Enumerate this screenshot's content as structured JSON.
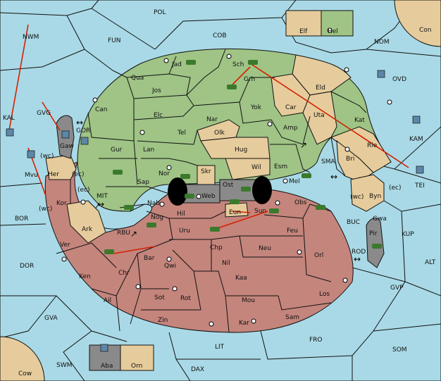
{
  "map": {
    "colors": {
      "sea": "#a9d9e6",
      "neutral": "#e6cc9c",
      "green": "#9fc486",
      "red": "#c4857c",
      "impassable": "#8a8a8a",
      "orders": "#d62000"
    },
    "sea_labels": {
      "pol": "POL",
      "nwm": "NWM",
      "fun": "FUN",
      "cob": "COB",
      "nom": "NOM",
      "con": "Con",
      "ovd": "OVD",
      "kal": "KAL",
      "gvg": "GVG",
      "gor": "GOR",
      "kam": "KAM",
      "sma": "SMA",
      "tei": "TEI",
      "mit": "MIT",
      "bor": "BOR",
      "rbu": "RBU",
      "buc": "BUC",
      "kup": "KUP",
      "rod": "ROD",
      "alt": "ALT",
      "dor": "DOR",
      "gvp": "GVP",
      "gva": "GVA",
      "fro": "FRO",
      "som": "SOM",
      "lit": "LIT",
      "swm": "SWM",
      "dax": "DAX",
      "cow": "Cow"
    },
    "box_labels": {
      "elf": "Elf",
      "hel": "Hel",
      "aba": "Aba",
      "orn": "Orn"
    },
    "land_labels": {
      "jad": "Jad",
      "sch": "Sch",
      "grh": "Grh",
      "qua": "Qua",
      "jos": "Jos",
      "can": "Can",
      "elc": "Elc",
      "nar": "Nar",
      "yok": "Yok",
      "car": "Car",
      "eld": "Eld",
      "uta": "Uta",
      "kat": "Kat",
      "amp": "Amp",
      "olk": "Olk",
      "tel": "Tel",
      "gur": "Gur",
      "lan": "Lan",
      "hug": "Hug",
      "wil": "Wil",
      "esm": "Esm",
      "bri": "Bri",
      "rie": "Rie",
      "nor": "Nor",
      "sap": "Sap",
      "skr": "Skr",
      "ost": "Ost",
      "web": "Web",
      "mel": "Mel",
      "byn": "Byn",
      "nab": "Nab",
      "eun": "Eun",
      "sun": "Sun",
      "obs": "Obs",
      "nog": "Nog",
      "hil": "Hil",
      "gaw": "Gaw",
      "her": "Her",
      "mvu": "Mvu",
      "kor": "Kor",
      "ark": "Ark",
      "uru": "Uru",
      "feu": "Feu",
      "gwa": "Gwa",
      "pir": "Pir",
      "ver": "Ver",
      "bar": "Bar",
      "qwi": "Qwi",
      "chp": "Chp",
      "neu": "Neu",
      "orl": "Orl",
      "nil": "Nil",
      "ken": "Ken",
      "chr": "Chr",
      "kaa": "Kaa",
      "ail": "Ail",
      "sot": "Sot",
      "rot": "Rot",
      "mou": "Mou",
      "los": "Los",
      "zin": "Zin",
      "kar": "Kar",
      "sam": "Sam"
    },
    "coast_labels": {
      "gaw_wc": "(wc)",
      "gaw_ec": "(ec)",
      "kor_wc": "(wc)",
      "kor_ec": "(ec)",
      "byn_wc": "(wc)",
      "byn_ec": "(ec)"
    }
  }
}
